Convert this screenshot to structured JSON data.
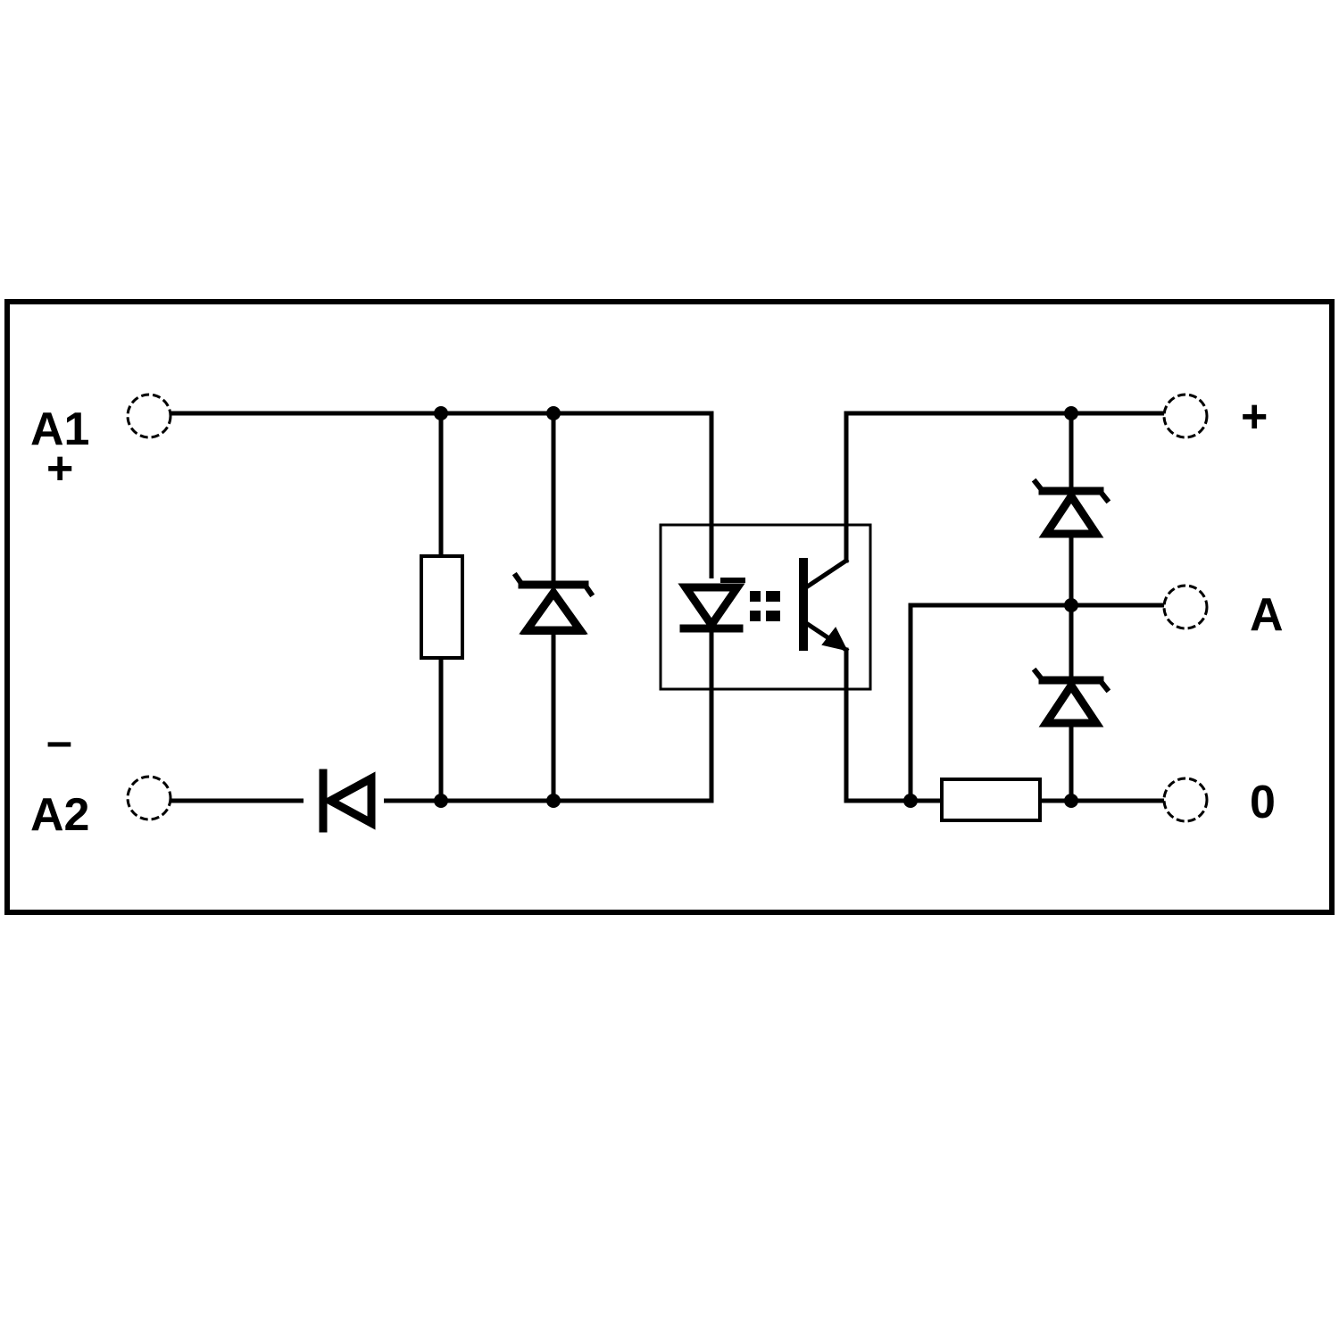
{
  "terminals": {
    "a1": {
      "label": "A1",
      "polarity": "+"
    },
    "a2": {
      "label": "A2",
      "polarity": "–"
    },
    "plus": {
      "label": "+"
    },
    "a": {
      "label": "A"
    },
    "zero": {
      "label": "0"
    }
  },
  "colors": {
    "line": "#000000",
    "background": "#ffffff"
  }
}
